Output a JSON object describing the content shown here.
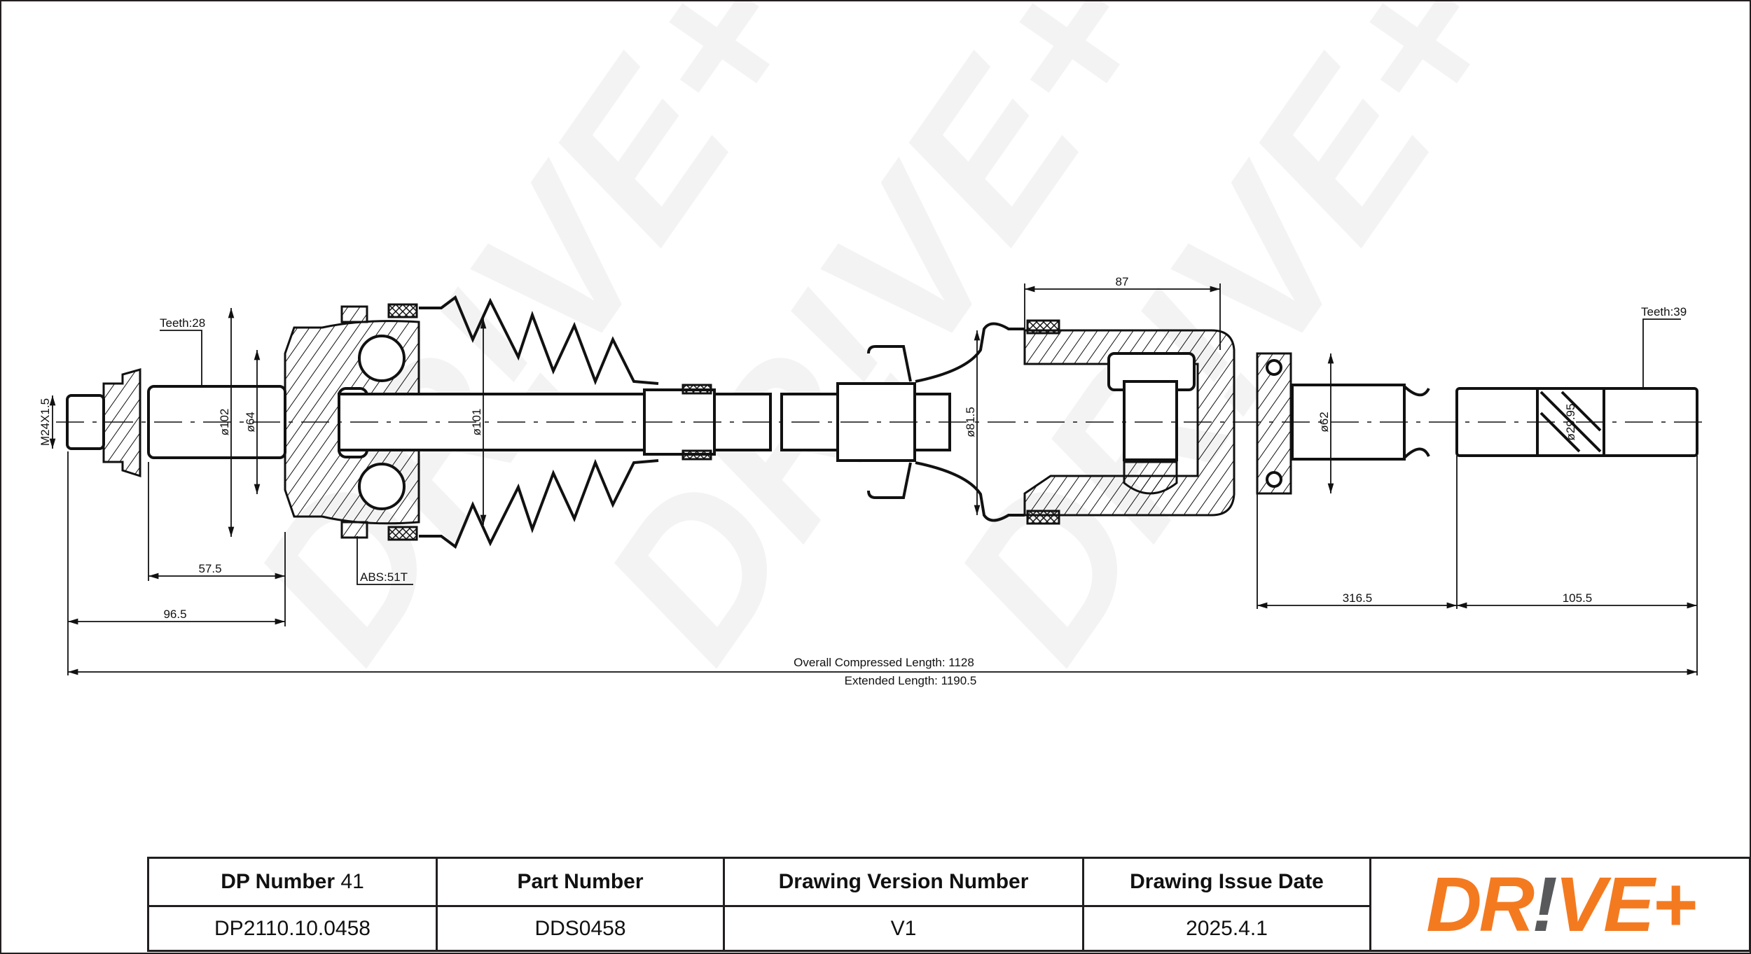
{
  "drawing": {
    "watermark": "DR!VE+",
    "labels": {
      "teeth_left": "Teeth:28",
      "teeth_right": "Teeth:39",
      "abs": "ABS:51T",
      "thread": "M24X1.5",
      "dia_102": "ø102",
      "dia_64": "ø64",
      "dia_101": "ø101",
      "dia_81_5": "ø81.5",
      "dia_62": "ø62",
      "dia_29_95": "ø29.95"
    },
    "dimensions": {
      "d_57_5": "57.5",
      "d_96_5": "96.5",
      "d_87": "87",
      "d_316_5": "316.5",
      "d_105_5": "105.5",
      "overall": "Overall  Compressed  Length: 1128",
      "extended": "Extended  Length: 1190.5"
    }
  },
  "title_block": {
    "headers": {
      "dp_number": "DP Number",
      "dp_number_suffix": "41",
      "part_number": "Part Number",
      "version": "Drawing Version Number",
      "issue_date": "Drawing Issue Date"
    },
    "values": {
      "dp_number": "DP2110.10.0458",
      "part_number": "DDS0458",
      "version": "V1",
      "issue_date": "2025.4.1"
    },
    "logo": {
      "text_a": "DR",
      "text_b": "!",
      "text_c": "VE+",
      "orange": "#f47a20",
      "gray": "#58595b"
    }
  }
}
